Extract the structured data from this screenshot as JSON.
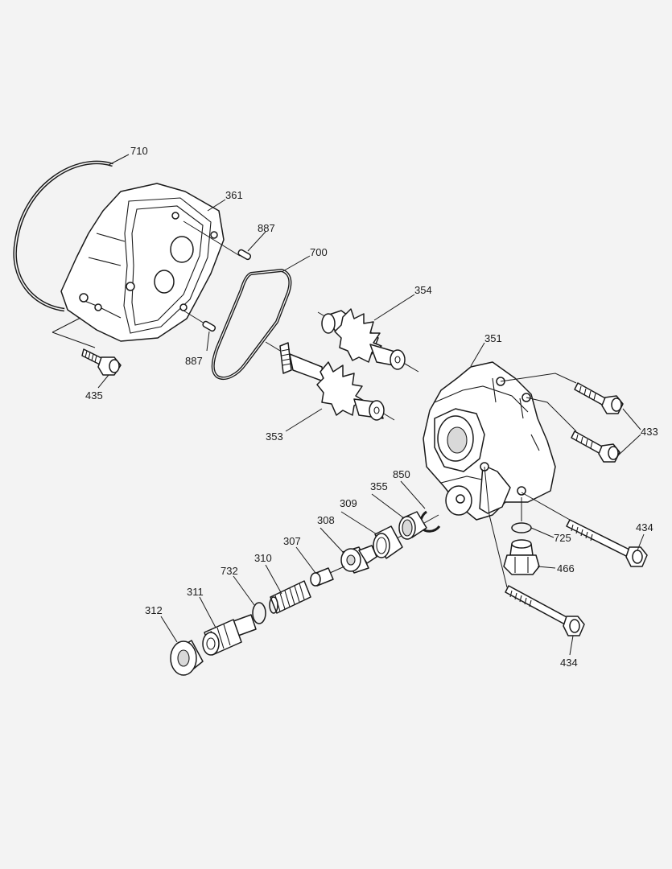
{
  "labels": {
    "p710": "710",
    "p361": "361",
    "p887a": "887",
    "p887b": "887",
    "p700": "700",
    "p354": "354",
    "p435": "435",
    "p351": "351",
    "p353": "353",
    "p433": "433",
    "p850": "850",
    "p355": "355",
    "p309": "309",
    "p308": "308",
    "p307": "307",
    "p310": "310",
    "p732": "732",
    "p311": "311",
    "p312": "312",
    "p434a": "434",
    "p725": "725",
    "p466": "466",
    "p434b": "434"
  }
}
